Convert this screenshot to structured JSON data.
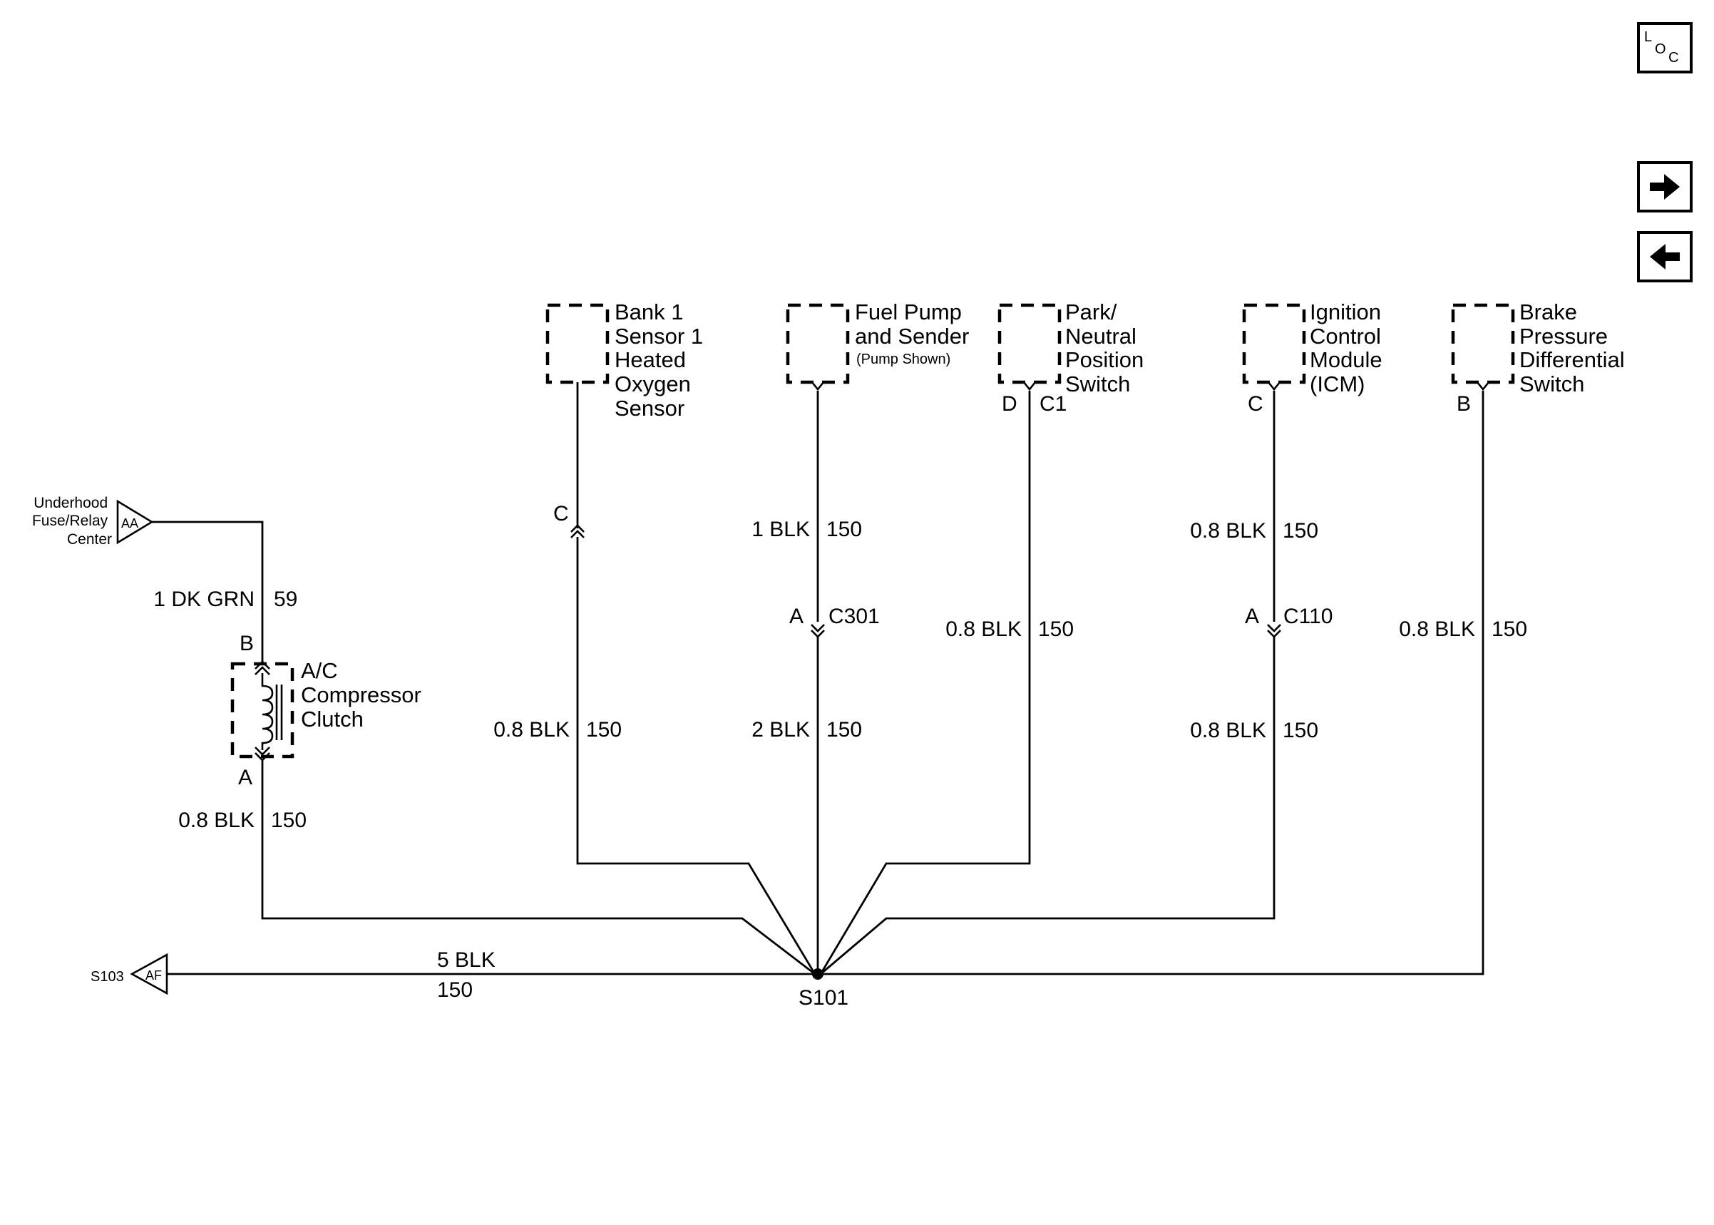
{
  "nav": {
    "loc_l": "L",
    "loc_o": "O",
    "loc_c": "C"
  },
  "components": {
    "o2_sensor": [
      "Bank 1",
      "Sensor 1",
      "Heated",
      "Oxygen",
      "Sensor"
    ],
    "fuel_pump": [
      "Fuel Pump",
      "and Sender",
      "(Pump Shown)"
    ],
    "park_neutral": [
      "Park/",
      "Neutral",
      "Position",
      "Switch"
    ],
    "icm": [
      "Ignition",
      "Control",
      "Module",
      "(ICM)"
    ],
    "brake_pressure": [
      "Brake",
      "Pressure",
      "Differential",
      "Switch"
    ],
    "ac_clutch": [
      "A/C",
      "Compressor",
      "Clutch"
    ],
    "fuse_center": [
      "Underhood",
      "Fuse/Relay",
      "Center"
    ]
  },
  "pins": {
    "o2_c": "C",
    "pn_d": "D",
    "pn_c1": "C1",
    "icm_c": "C",
    "brake_b": "B",
    "ac_b": "B",
    "ac_a": "A",
    "c301_a": "A",
    "c301": "C301",
    "c110_a": "A",
    "c110": "C110"
  },
  "references": {
    "fuse_ref": "AA",
    "ground_ref": "AF",
    "ground_splice": "S103"
  },
  "wires": {
    "ac_feed": {
      "size_color": "1 DK GRN",
      "circuit": "59"
    },
    "ac_ground": {
      "size_color": "0.8 BLK",
      "circuit": "150"
    },
    "o2_ground": {
      "size_color": "0.8 BLK",
      "circuit": "150"
    },
    "fuel_upper": {
      "size_color": "1 BLK",
      "circuit": "150"
    },
    "fuel_lower": {
      "size_color": "2 BLK",
      "circuit": "150"
    },
    "pn_ground": {
      "size_color": "0.8 BLK",
      "circuit": "150"
    },
    "icm_upper": {
      "size_color": "0.8 BLK",
      "circuit": "150"
    },
    "icm_lower": {
      "size_color": "0.8 BLK",
      "circuit": "150"
    },
    "brake_ground": {
      "size_color": "0.8 BLK",
      "circuit": "150"
    },
    "main_ground": {
      "size_color": "5 BLK",
      "circuit": "150"
    }
  },
  "splice": {
    "name": "S101"
  }
}
